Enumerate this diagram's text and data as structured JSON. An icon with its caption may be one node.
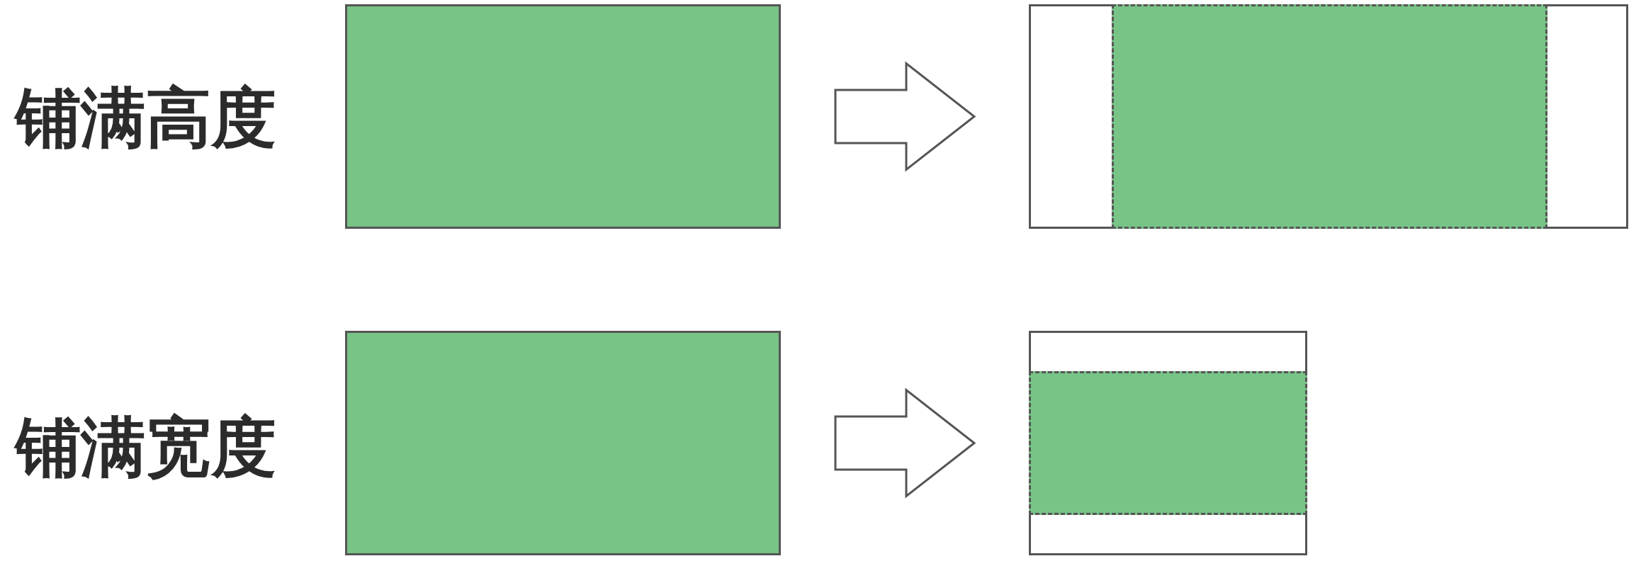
{
  "diagram": {
    "nodes": [
      {
        "text": [],
        "shape": "box"
      },
      {
        "text": [],
        "shape": "box"
      },
      {
        "text": [],
        "shape": "box",
        "in": 1
      },
      {
        "text": [],
        "shape": "box"
      },
      {
        "text": [],
        "shape": "box"
      },
      {
        "text": [],
        "shape": "box",
        "in": 4
      }
    ],
    "edges": [
      {
        "from": 0,
        "to": 1,
        "arrow": "to"
      },
      {
        "from": 3,
        "to": 4,
        "arrow": "to"
      }
    ],
    "labels": [
      "铺满高度",
      "铺满宽度"
    ]
  }
}
